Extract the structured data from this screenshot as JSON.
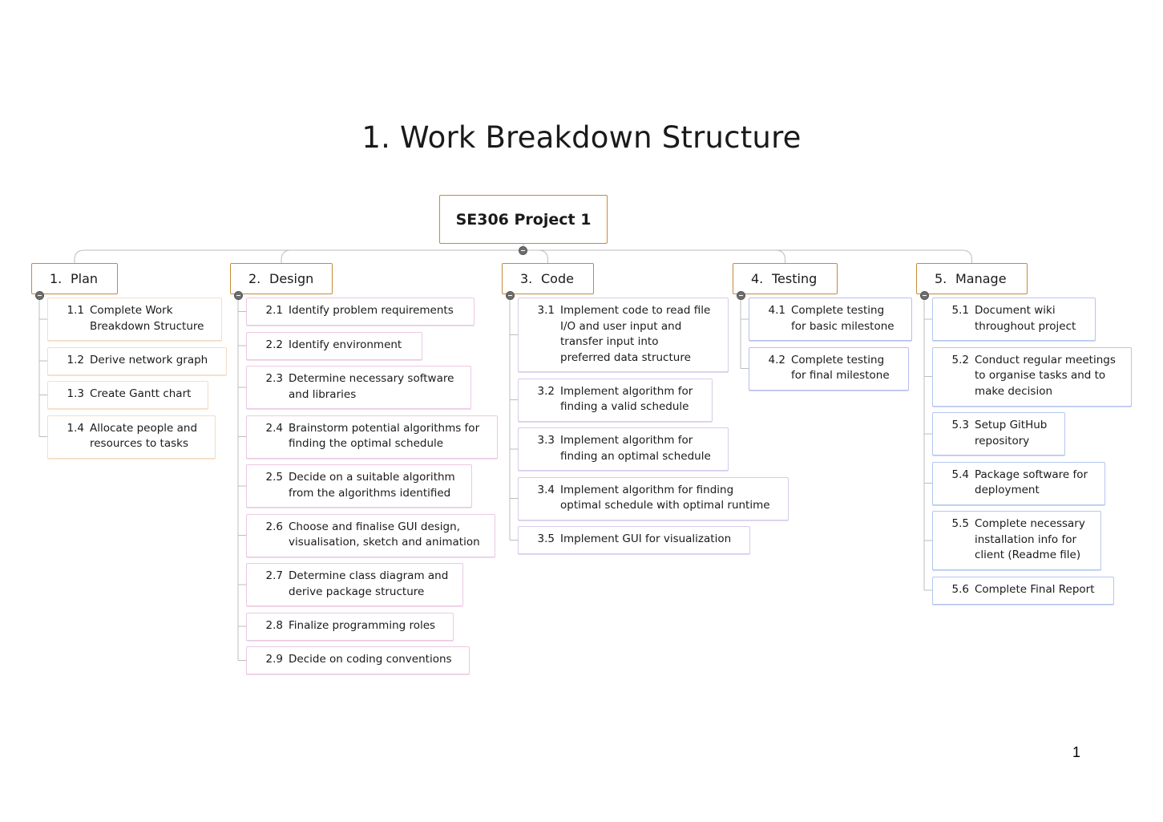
{
  "title": "1. Work Breakdown Structure",
  "page_number": "1",
  "root": {
    "label": "SE306 Project 1"
  },
  "categories": [
    {
      "num": "1.",
      "label": "Plan",
      "tasks": [
        {
          "num": "1.1",
          "text": "Complete Work\nBreakdown Structure"
        },
        {
          "num": "1.2",
          "text": "Derive network graph"
        },
        {
          "num": "1.3",
          "text": "Create Gantt chart"
        },
        {
          "num": "1.4",
          "text": "Allocate people and\nresources to tasks"
        }
      ]
    },
    {
      "num": "2.",
      "label": "Design",
      "tasks": [
        {
          "num": "2.1",
          "text": "Identify problem requirements"
        },
        {
          "num": "2.2",
          "text": "Identify environment"
        },
        {
          "num": "2.3",
          "text": "Determine necessary software\nand libraries"
        },
        {
          "num": "2.4",
          "text": "Brainstorm potential algorithms for\nfinding the optimal schedule"
        },
        {
          "num": "2.5",
          "text": "Decide on a suitable algorithm\nfrom the algorithms identified"
        },
        {
          "num": "2.6",
          "text": "Choose and finalise GUI design,\nvisualisation, sketch and animation"
        },
        {
          "num": "2.7",
          "text": "Determine class diagram and\nderive package structure"
        },
        {
          "num": "2.8",
          "text": "Finalize programming roles"
        },
        {
          "num": "2.9",
          "text": "Decide on coding conventions"
        }
      ]
    },
    {
      "num": "3.",
      "label": "Code",
      "tasks": [
        {
          "num": "3.1",
          "text": "Implement code to read file\nI/O and user input and\ntransfer input into\npreferred data structure"
        },
        {
          "num": "3.2",
          "text": "Implement algorithm for\nfinding a valid schedule"
        },
        {
          "num": "3.3",
          "text": "Implement algorithm for\nfinding an optimal schedule"
        },
        {
          "num": "3.4",
          "text": "Implement algorithm for finding\noptimal schedule with optimal runtime"
        },
        {
          "num": "3.5",
          "text": "Implement GUI for visualization"
        }
      ]
    },
    {
      "num": "4.",
      "label": "Testing",
      "tasks": [
        {
          "num": "4.1",
          "text": "Complete testing\nfor basic milestone"
        },
        {
          "num": "4.2",
          "text": "Complete testing\nfor final milestone"
        }
      ]
    },
    {
      "num": "5.",
      "label": "Manage",
      "tasks": [
        {
          "num": "5.1",
          "text": "Document wiki\nthroughout project"
        },
        {
          "num": "5.2",
          "text": "Conduct regular meetings\nto organise tasks and to\nmake decision"
        },
        {
          "num": "5.3",
          "text": "Setup GitHub\nrepository"
        },
        {
          "num": "5.4",
          "text": "Package software for\ndeployment"
        },
        {
          "num": "5.5",
          "text": "Complete necessary\ninstallation info for\nclient (Readme file)"
        },
        {
          "num": "5.6",
          "text": "Complete Final Report"
        }
      ]
    }
  ]
}
